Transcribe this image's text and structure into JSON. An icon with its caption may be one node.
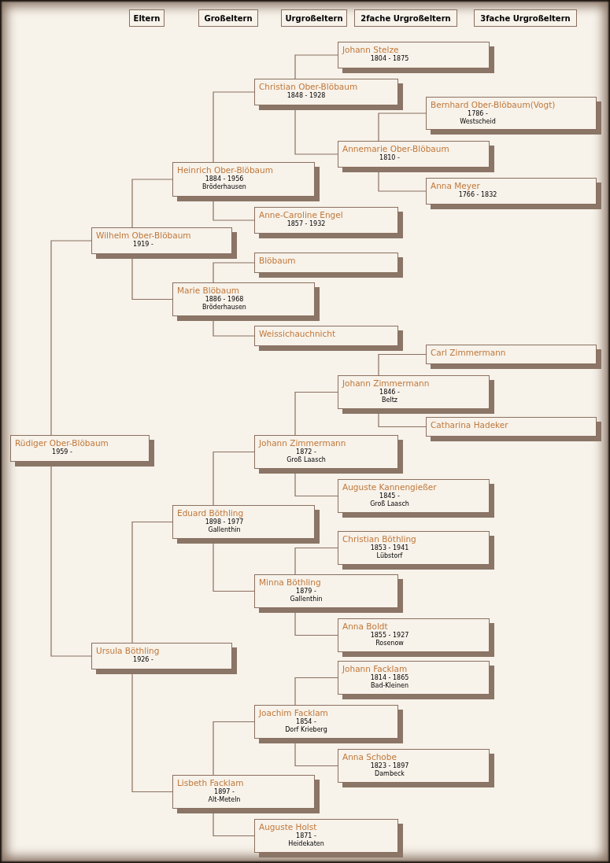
{
  "diagram": {
    "nodes": [
      {
        "text": [
          "Eltern"
        ]
      },
      {
        "text": [
          "Großeltern"
        ]
      },
      {
        "text": [
          "Urgroßeltern"
        ]
      },
      {
        "text": [
          "2fache Urgroßeltern"
        ]
      },
      {
        "text": [
          "3fache Urgroßeltern"
        ]
      },
      {
        "text": [
          "Rüdiger Ober-Blöbaum",
          "1959 -"
        ]
      },
      {
        "text": [
          "Wilhelm Ober-Blöbaum",
          "1919 -"
        ]
      },
      {
        "text": [
          "Heinrich Ober-Blöbaum",
          "1884 - 1956",
          "Bröderhausen"
        ]
      },
      {
        "text": [
          "Christian Ober-Blöbaum",
          "1848 - 1928"
        ]
      },
      {
        "text": [
          "Johann Stelze",
          "1804 - 1875"
        ]
      },
      {
        "text": [
          "Annemarie Ober-Blöbaum",
          "1810 -"
        ]
      },
      {
        "text": [
          "Bernhard Ober-Blöbaum(Vogt)",
          "1786 -",
          "Westscheid"
        ]
      },
      {
        "text": [
          "Anna Meyer",
          "1766 - 1832"
        ]
      },
      {
        "text": [
          "Anne-Caroline Engel",
          "1857 - 1932"
        ]
      },
      {
        "text": [
          "Marie Blöbaum",
          "1886 - 1968",
          "Bröderhausen"
        ]
      },
      {
        "text": [
          "Blöbaum"
        ]
      },
      {
        "text": [
          "Weissichauchnicht"
        ]
      },
      {
        "text": [
          "Ursula Böthling",
          "1926 -"
        ]
      },
      {
        "text": [
          "Eduard Böthling",
          "1898 - 1977",
          "Gallenthin"
        ]
      },
      {
        "text": [
          "Johann Zimmermann",
          "1872 -",
          "Groß Laasch"
        ]
      },
      {
        "text": [
          "Johann Zimmermann",
          "1846 -",
          "Beltz"
        ]
      },
      {
        "text": [
          "Carl Zimmermann"
        ]
      },
      {
        "text": [
          "Catharina Hadeker"
        ]
      },
      {
        "text": [
          "Auguste Kannengießer",
          "1845 -",
          "Groß Laasch"
        ]
      },
      {
        "text": [
          "Minna Böthling",
          "1879 -",
          "Gallenthin"
        ]
      },
      {
        "text": [
          "Christian Böthling",
          "1853 - 1941",
          "Lübstorf"
        ]
      },
      {
        "text": [
          "Anna Boldt",
          "1855 - 1927",
          "Rosenow"
        ]
      },
      {
        "text": [
          "Lisbeth Facklam",
          "1897 -",
          "Alt-Meteln"
        ]
      },
      {
        "text": [
          "Joachim Facklam",
          "1854 -",
          "Dorf Krieberg"
        ]
      },
      {
        "text": [
          "Johann Facklam",
          "1814 - 1865",
          "Bad-Kleinen"
        ]
      },
      {
        "text": [
          "Anna Schobe",
          "1823 - 1897",
          "Dambeck"
        ]
      },
      {
        "text": [
          "Auguste Holst",
          "1871 -",
          "Heidekaten"
        ]
      }
    ],
    "edges": [
      {
        "from": 5,
        "to": 6,
        "arrow": "none"
      },
      {
        "from": 5,
        "to": 17,
        "arrow": "none"
      },
      {
        "from": 6,
        "to": 7,
        "arrow": "none"
      },
      {
        "from": 6,
        "to": 14,
        "arrow": "none"
      },
      {
        "from": 7,
        "to": 8,
        "arrow": "none"
      },
      {
        "from": 7,
        "to": 13,
        "arrow": "none"
      },
      {
        "from": 8,
        "to": 9,
        "arrow": "none"
      },
      {
        "from": 8,
        "to": 10,
        "arrow": "none"
      },
      {
        "from": 10,
        "to": 11,
        "arrow": "none"
      },
      {
        "from": 10,
        "to": 12,
        "arrow": "none"
      },
      {
        "from": 14,
        "to": 15,
        "arrow": "none"
      },
      {
        "from": 14,
        "to": 16,
        "arrow": "none"
      },
      {
        "from": 17,
        "to": 18,
        "arrow": "none"
      },
      {
        "from": 17,
        "to": 27,
        "arrow": "none"
      },
      {
        "from": 18,
        "to": 19,
        "arrow": "none"
      },
      {
        "from": 18,
        "to": 24,
        "arrow": "none"
      },
      {
        "from": 19,
        "to": 20,
        "arrow": "none"
      },
      {
        "from": 19,
        "to": 23,
        "arrow": "none"
      },
      {
        "from": 20,
        "to": 21,
        "arrow": "none"
      },
      {
        "from": 20,
        "to": 22,
        "arrow": "none"
      },
      {
        "from": 24,
        "to": 25,
        "arrow": "none"
      },
      {
        "from": 24,
        "to": 26,
        "arrow": "none"
      },
      {
        "from": 27,
        "to": 28,
        "arrow": "none"
      },
      {
        "from": 27,
        "to": 31,
        "arrow": "none"
      },
      {
        "from": 28,
        "to": 29,
        "arrow": "none"
      },
      {
        "from": 28,
        "to": 30,
        "arrow": "none"
      }
    ]
  }
}
